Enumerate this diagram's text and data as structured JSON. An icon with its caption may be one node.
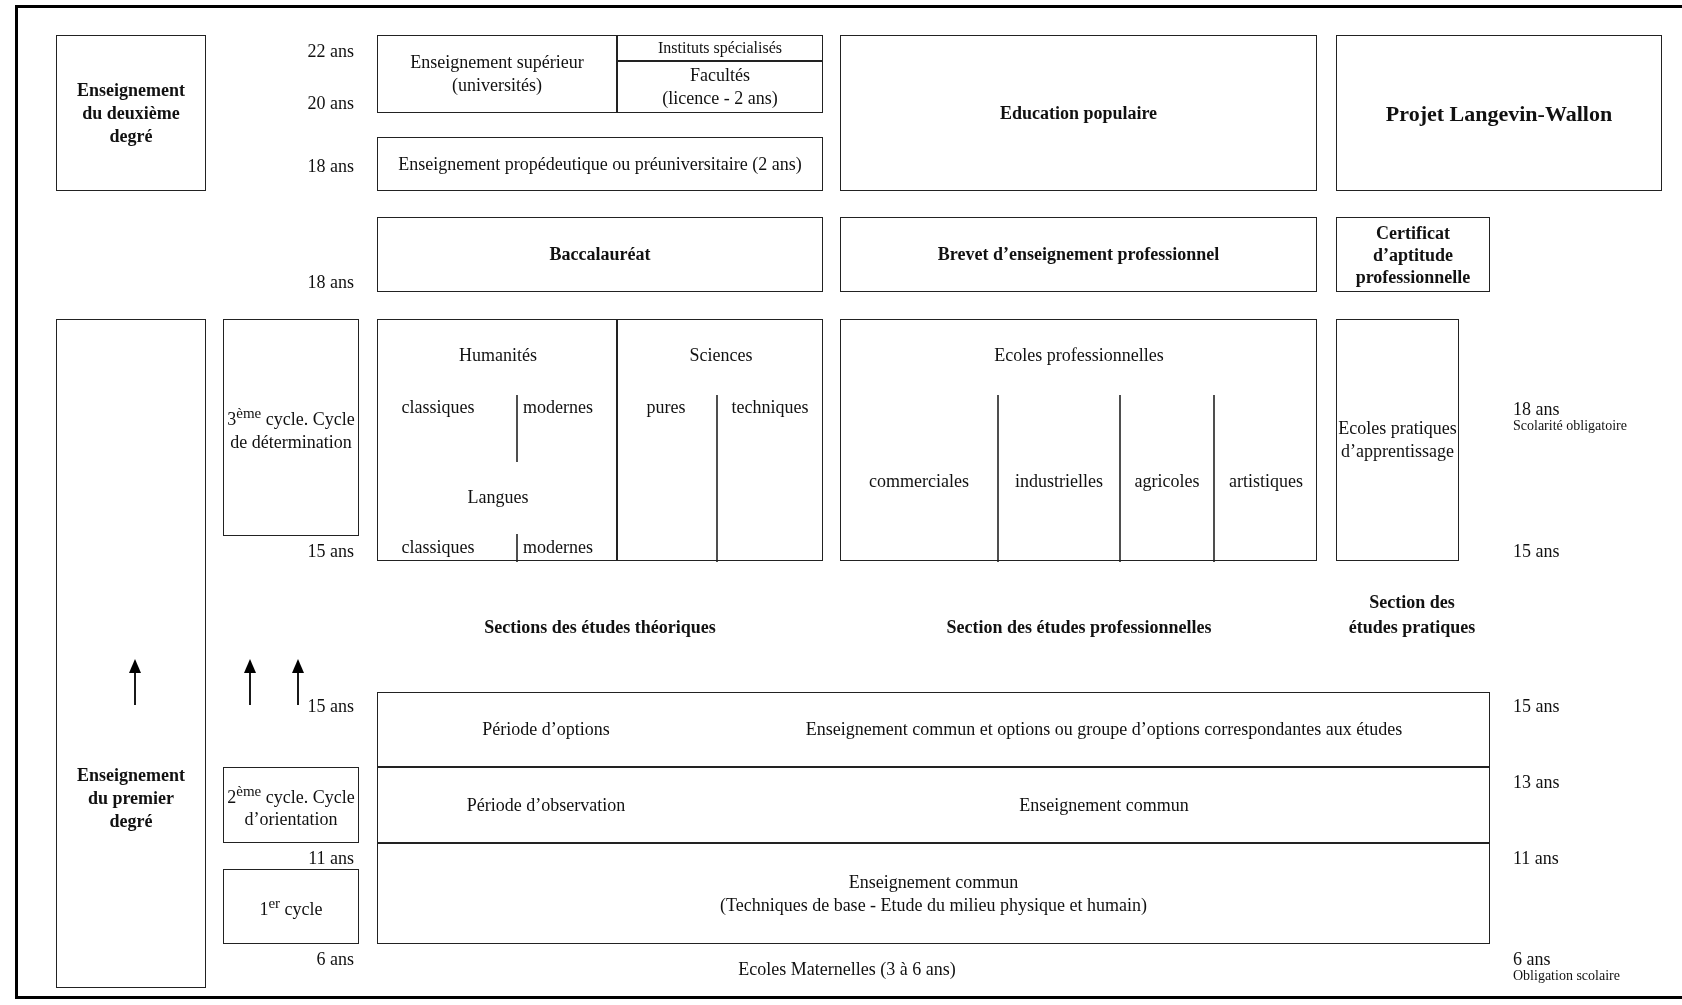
{
  "diagram": {
    "nodes": [
      {
        "text": [
          "Enseignement du deuxième degré"
        ]
      },
      {
        "text": [
          "Enseignement supérieur (universités)"
        ]
      },
      {
        "text": [
          "Instituts spécialisés"
        ]
      },
      {
        "text": [
          "Facultés",
          "(licence - 2 ans)"
        ]
      },
      {
        "text": [
          "Education populaire"
        ]
      },
      {
        "text": [
          "Projet Langevin-Wallon"
        ]
      },
      {
        "text": [
          "Enseignement propédeutique ou préuniversitaire (2 ans)"
        ]
      },
      {
        "text": [
          "Baccalauréat"
        ]
      },
      {
        "text": [
          "Brevet d’enseignement professionnel"
        ]
      },
      {
        "text": [
          "Certificat d’aptitude professionnelle"
        ]
      },
      {
        "text": [
          "Enseignement du premier degré"
        ]
      },
      {
        "text": [
          "3$^{ème}$ cycle. Cycle de détermination"
        ]
      },
      {
        "text": [
          "Humanités",
          "classiques",
          "modernes",
          "Langues",
          "classiques",
          "modernes"
        ]
      },
      {
        "text": [
          "Sciences",
          "pures",
          "techniques"
        ]
      },
      {
        "text": [
          "Ecoles professionnelles",
          "commerciales",
          "industrielles",
          "agricoles",
          "artistiques"
        ]
      },
      {
        "text": [
          "Ecoles pratiques d’apprentissage"
        ]
      },
      {
        "text": [
          "Période d’options",
          "Enseignement commun et options ou groupe d’options correspondantes aux études"
        ]
      },
      {
        "text": [
          "2$^{ème}$ cycle. Cycle d’orientation"
        ]
      },
      {
        "text": [
          "Période d’observation",
          "Enseignement commun"
        ]
      },
      {
        "text": [
          "1$^{er}$ cycle"
        ]
      },
      {
        "text": [
          "Enseignement commun",
          "(Techniques de base - Etude du milieu physique et humain)"
        ]
      }
    ],
    "labels": [
      "22 ans",
      "20 ans",
      "18 ans",
      "18 ans",
      "18 ans",
      "Scolarité obligatoire",
      "15 ans",
      "15 ans",
      "Sections des études théoriques",
      "Section des études professionnelles",
      "Section des études pratiques",
      "15 ans",
      "15 ans",
      "13 ans",
      "11 ans",
      "11 ans",
      "6 ans",
      "Ecoles Maternelles (3 à 6 ans)",
      "6 ans",
      "Obligation scolaire"
    ]
  }
}
